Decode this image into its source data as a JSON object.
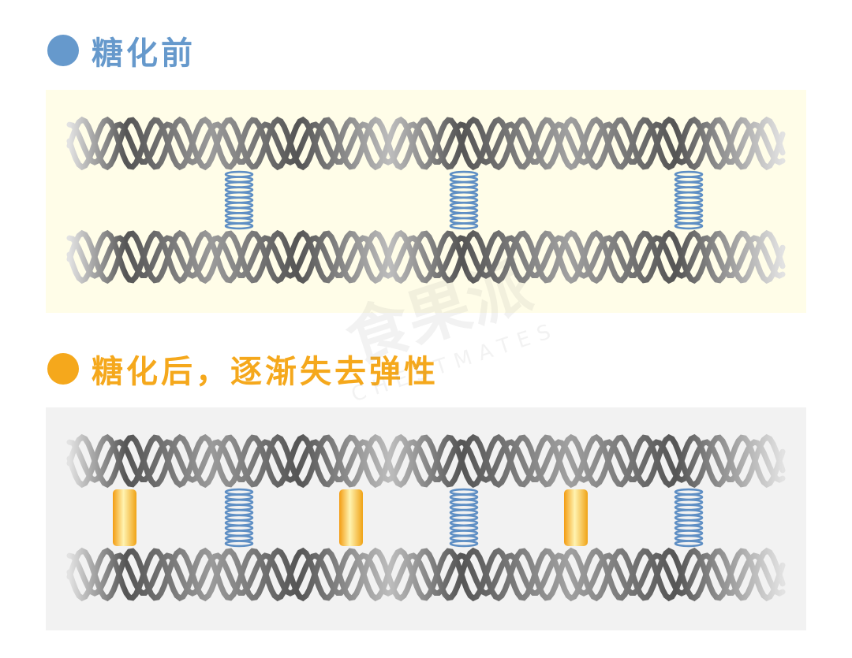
{
  "sections": [
    {
      "id": "before",
      "label": "糖化前",
      "dot_color": "#6699cc",
      "label_color": "#6699cc",
      "panel_color": "#fffde8",
      "springs": 3,
      "glycation_links": 0
    },
    {
      "id": "after",
      "label": "糖化后，逐渐失去弹性",
      "dot_color": "#f5a81c",
      "label_color": "#f5a81c",
      "panel_color": "#f2f2f2",
      "springs": 3,
      "glycation_links": 3
    }
  ],
  "colors": {
    "fiber_dark": "#555555",
    "fiber_light": "#e2e2e2",
    "spring": "#5f8fc4",
    "glycation_link": "#f7b21e"
  },
  "watermark": {
    "cn": "食果派",
    "en": "CHESTMATES"
  }
}
